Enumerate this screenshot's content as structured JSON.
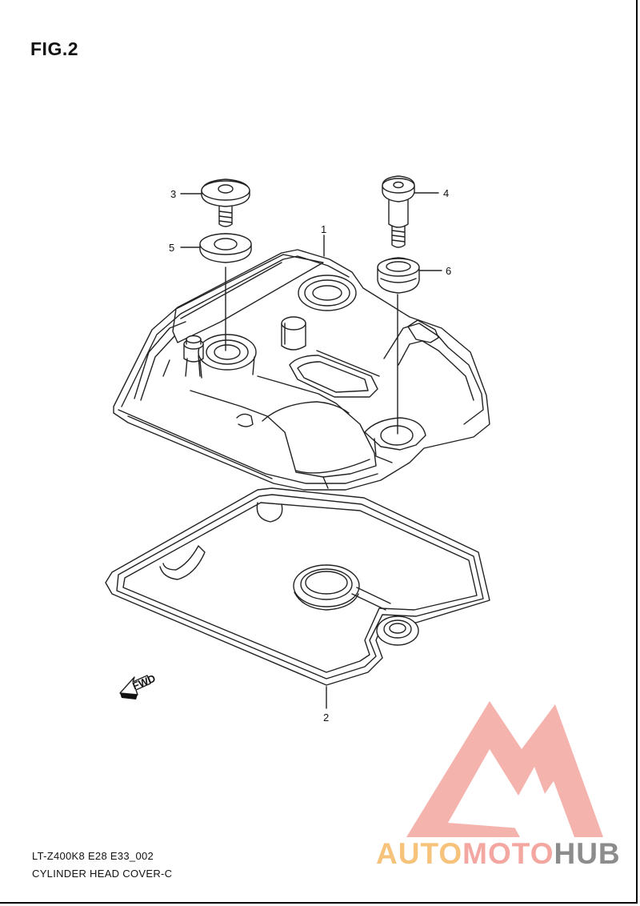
{
  "figure": {
    "title": "FIG.2"
  },
  "callouts": [
    {
      "id": "1",
      "label": "1"
    },
    {
      "id": "2",
      "label": "2"
    },
    {
      "id": "3",
      "label": "3"
    },
    {
      "id": "4",
      "label": "4"
    },
    {
      "id": "5",
      "label": "5"
    },
    {
      "id": "6",
      "label": "6"
    }
  ],
  "fwd_label": "FWD",
  "footer": {
    "code": "LT-Z400K8 E28 E33_002",
    "name": "CYLINDER HEAD  COVER-C"
  },
  "watermark": {
    "part1": "AUTO",
    "part2": "MOTO",
    "part3": "HUB",
    "colors": {
      "auto": "#f7c27a",
      "moto": "#f4a6a0",
      "hub": "#8c8c8c",
      "logo": "#f4a6a0"
    }
  }
}
